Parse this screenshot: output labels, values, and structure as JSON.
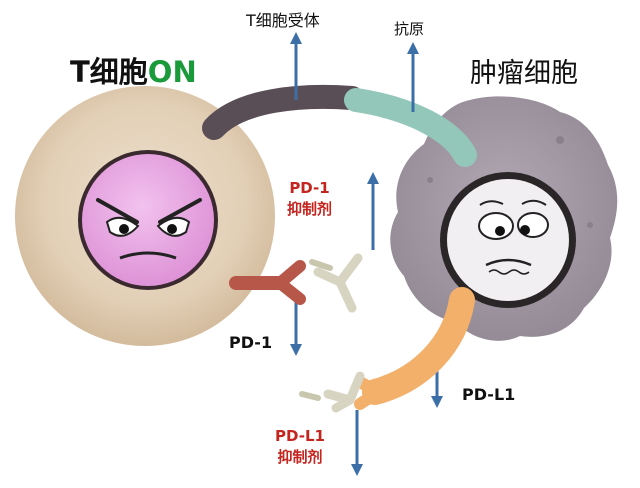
{
  "labels": {
    "t_cell_prefix": "T细胞",
    "t_cell_on": "ON",
    "tumor_cell": "肿瘤细胞",
    "t_cell_receptor": "T细胞受体",
    "antigen": "抗原",
    "pd1_inhibitor_line1": "PD-1",
    "pd1_inhibitor_line2": "抑制剂",
    "pd1": "PD-1",
    "pdl1": "PD-L1",
    "pdl1_inhibitor_line1": "PD-L1",
    "pdl1_inhibitor_line2": "抑制剂"
  },
  "colors": {
    "arrow": "#3c6ea8",
    "inhibitor_text": "#c4251f",
    "on_text": "#1a9a3a",
    "t_cell": "#e2cfb6",
    "t_cell_nucleus": "#e7a6e1",
    "tumor_cell": "#a79ca8",
    "receptor": "#5a4e56",
    "antigen": "#93c7b9",
    "pd1": "#b7574a",
    "pdl1": "#f3b06b",
    "antibody": "#d7d5c1"
  }
}
